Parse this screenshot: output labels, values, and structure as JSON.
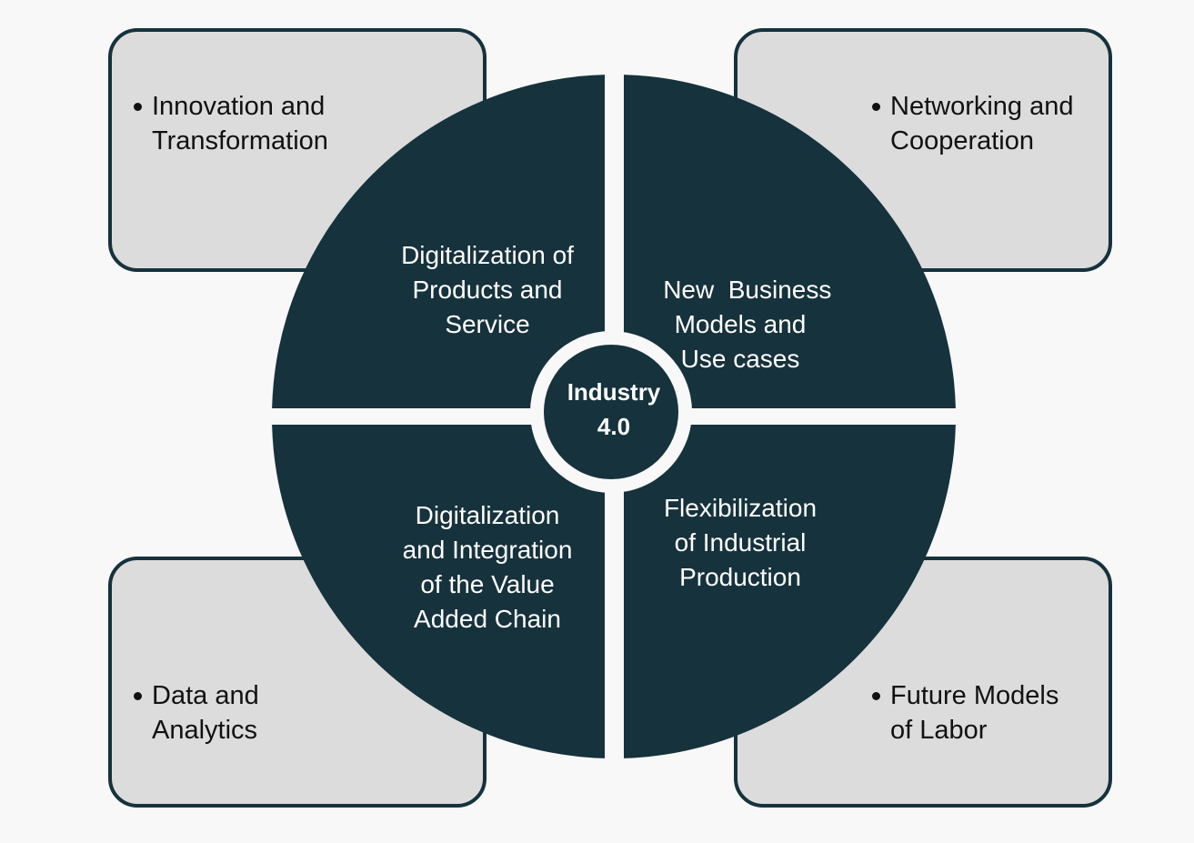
{
  "title": "Industry 4.0",
  "colors": {
    "dark": "#16323c",
    "box_fill": "#dcdcdc",
    "background": "#f8f8f8"
  },
  "center": {
    "line1": "Industry",
    "line2": "4.0"
  },
  "quadrants": [
    {
      "lines": [
        "Digitalization of",
        "Products and",
        "Service"
      ]
    },
    {
      "lines": [
        "New  Business",
        "Models and",
        "Use cases"
      ]
    },
    {
      "lines": [
        "Digitalization",
        "and Integration",
        "of the Value",
        "Added Chain"
      ]
    },
    {
      "lines": [
        "Flexibilization",
        "of Industrial",
        "Production"
      ]
    }
  ],
  "boxes": [
    {
      "lines": [
        "Innovation and",
        "Transformation"
      ]
    },
    {
      "lines": [
        "Networking and",
        "Cooperation"
      ]
    },
    {
      "lines": [
        "Data and",
        "Analytics"
      ]
    },
    {
      "lines": [
        "Future Models",
        "of Labor"
      ]
    }
  ]
}
